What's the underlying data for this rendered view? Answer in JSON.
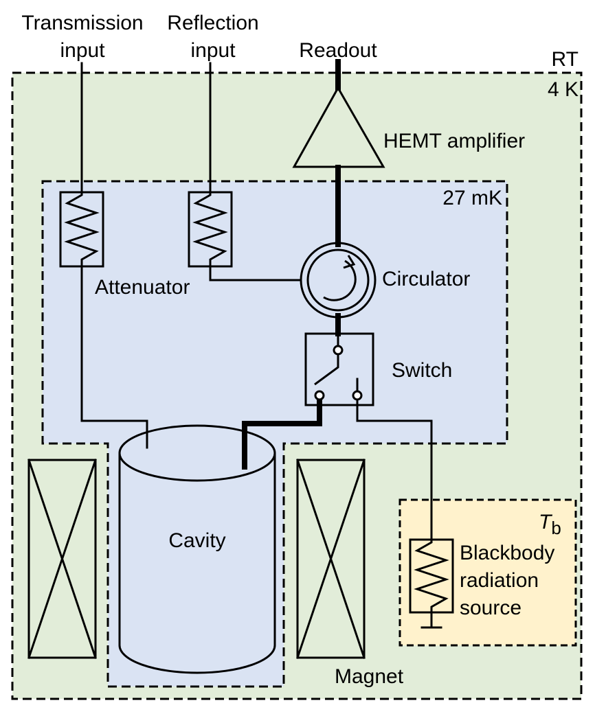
{
  "colors": {
    "four_k": "#e2edd9",
    "mk27": "#dae3f3",
    "blackbody": "#fff2cc",
    "line": "#000000"
  },
  "labels": {
    "transmission_line1": "Transmission",
    "transmission_line2": "input",
    "reflection_line1": "Reflection",
    "reflection_line2": "input",
    "readout": "Readout",
    "rt": "RT",
    "four_k": "4 K",
    "hemt": "HEMT amplifier",
    "mk27": "27 mK",
    "attenuator": "Attenuator",
    "circulator": "Circulator",
    "switch": "Switch",
    "cavity": "Cavity",
    "magnet": "Magnet",
    "tb_symbol": "T",
    "tb_subscript": "b",
    "blackbody_line1": "Blackbody",
    "blackbody_line2": "radiation",
    "blackbody_line3": "source"
  },
  "icons": [
    "attenuator-resistor-icon",
    "circulator-arrow-icon",
    "switch-icon",
    "ground-icon",
    "magnet-coil-icon",
    "amplifier-triangle-icon"
  ]
}
